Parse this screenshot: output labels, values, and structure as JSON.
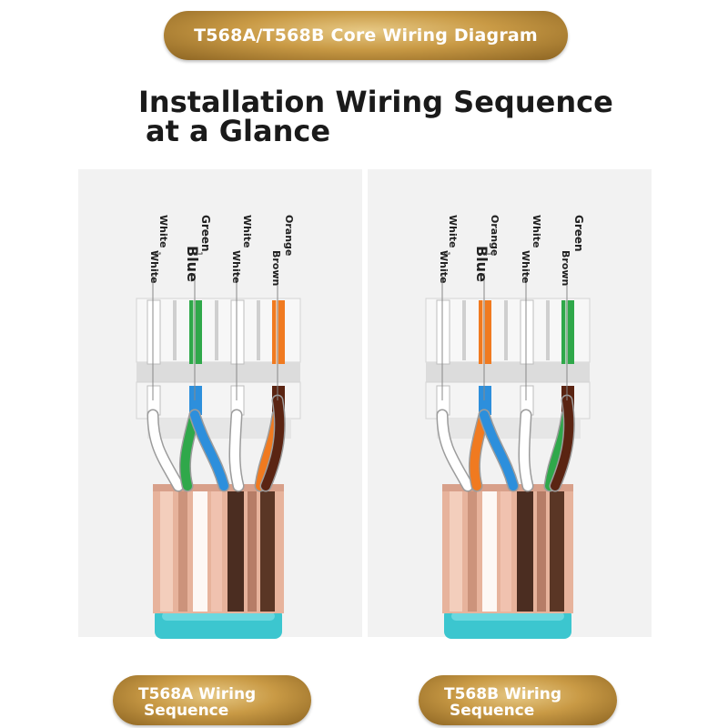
{
  "header": {
    "title": "T568A/T568B Core Wiring Diagram"
  },
  "subtitle": {
    "line1": "Installation Wiring Sequence",
    "line2": "at a Glance"
  },
  "colors": {
    "gold": "#c99a45",
    "white_wire": "#ffffff",
    "green": "#2fa84a",
    "blue": "#2d8fdc",
    "orange": "#f07a20",
    "brown": "#5a2412",
    "copper": "#e7b39c",
    "teal": "#3cc6cf"
  },
  "diagrams": [
    {
      "name": "T568A",
      "labels_top": [
        "White",
        "Green",
        "White",
        "Orange"
      ],
      "labels_bottom": [
        "White",
        "Blue",
        "White",
        "Brown"
      ],
      "tick_marks": [
        "1",
        "1",
        "",
        ""
      ],
      "wire_colors": [
        "white",
        "green",
        "white",
        "orange"
      ],
      "bottom_wire_colors": [
        "white",
        "blue",
        "white",
        "brown"
      ],
      "caption_line1": "T568A Wiring",
      "caption_line2": "Sequence"
    },
    {
      "name": "T568B",
      "labels_top": [
        "White",
        "Orange",
        "White",
        "Green"
      ],
      "labels_bottom": [
        "White",
        "Blue",
        "White",
        "Brown"
      ],
      "tick_marks": [
        "1",
        "1",
        "",
        ""
      ],
      "wire_colors": [
        "white",
        "orange",
        "white",
        "green"
      ],
      "bottom_wire_colors": [
        "white",
        "blue",
        "white",
        "brown"
      ],
      "caption_line1": "T568B Wiring",
      "caption_line2": "Sequence"
    }
  ]
}
